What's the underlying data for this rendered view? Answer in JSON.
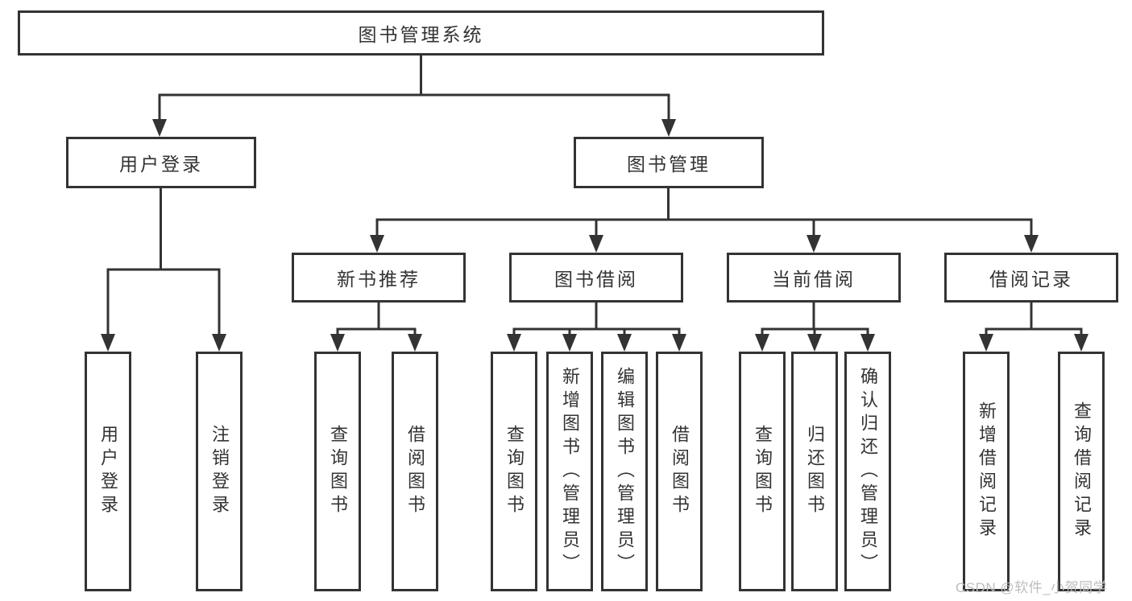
{
  "diagram": {
    "type": "tree",
    "root": {
      "label": "图书管理系统",
      "children": [
        {
          "label": "用户登录",
          "children": [
            {
              "label": "用户登录"
            },
            {
              "label": "注销登录"
            }
          ]
        },
        {
          "label": "图书管理",
          "children": [
            {
              "label": "新书推荐",
              "children": [
                {
                  "label": "查询图书"
                },
                {
                  "label": "借阅图书"
                }
              ]
            },
            {
              "label": "图书借阅",
              "children": [
                {
                  "label": "查询图书"
                },
                {
                  "label": "新增图书（管理员）"
                },
                {
                  "label": "编辑图书（管理员）"
                },
                {
                  "label": "借阅图书"
                }
              ]
            },
            {
              "label": "当前借阅",
              "children": [
                {
                  "label": "查询图书"
                },
                {
                  "label": "归还图书"
                },
                {
                  "label": "确认归还（管理员）"
                }
              ]
            },
            {
              "label": "借阅记录",
              "children": [
                {
                  "label": "新增借阅记录"
                },
                {
                  "label": "查询借阅记录"
                }
              ]
            }
          ]
        }
      ]
    }
  },
  "watermark": "CSDN @软件_小贺同学",
  "colors": {
    "line": "#333333",
    "box_border": "#333333",
    "text": "#333333",
    "watermark": "#bdbdbd",
    "background": "#ffffff"
  }
}
